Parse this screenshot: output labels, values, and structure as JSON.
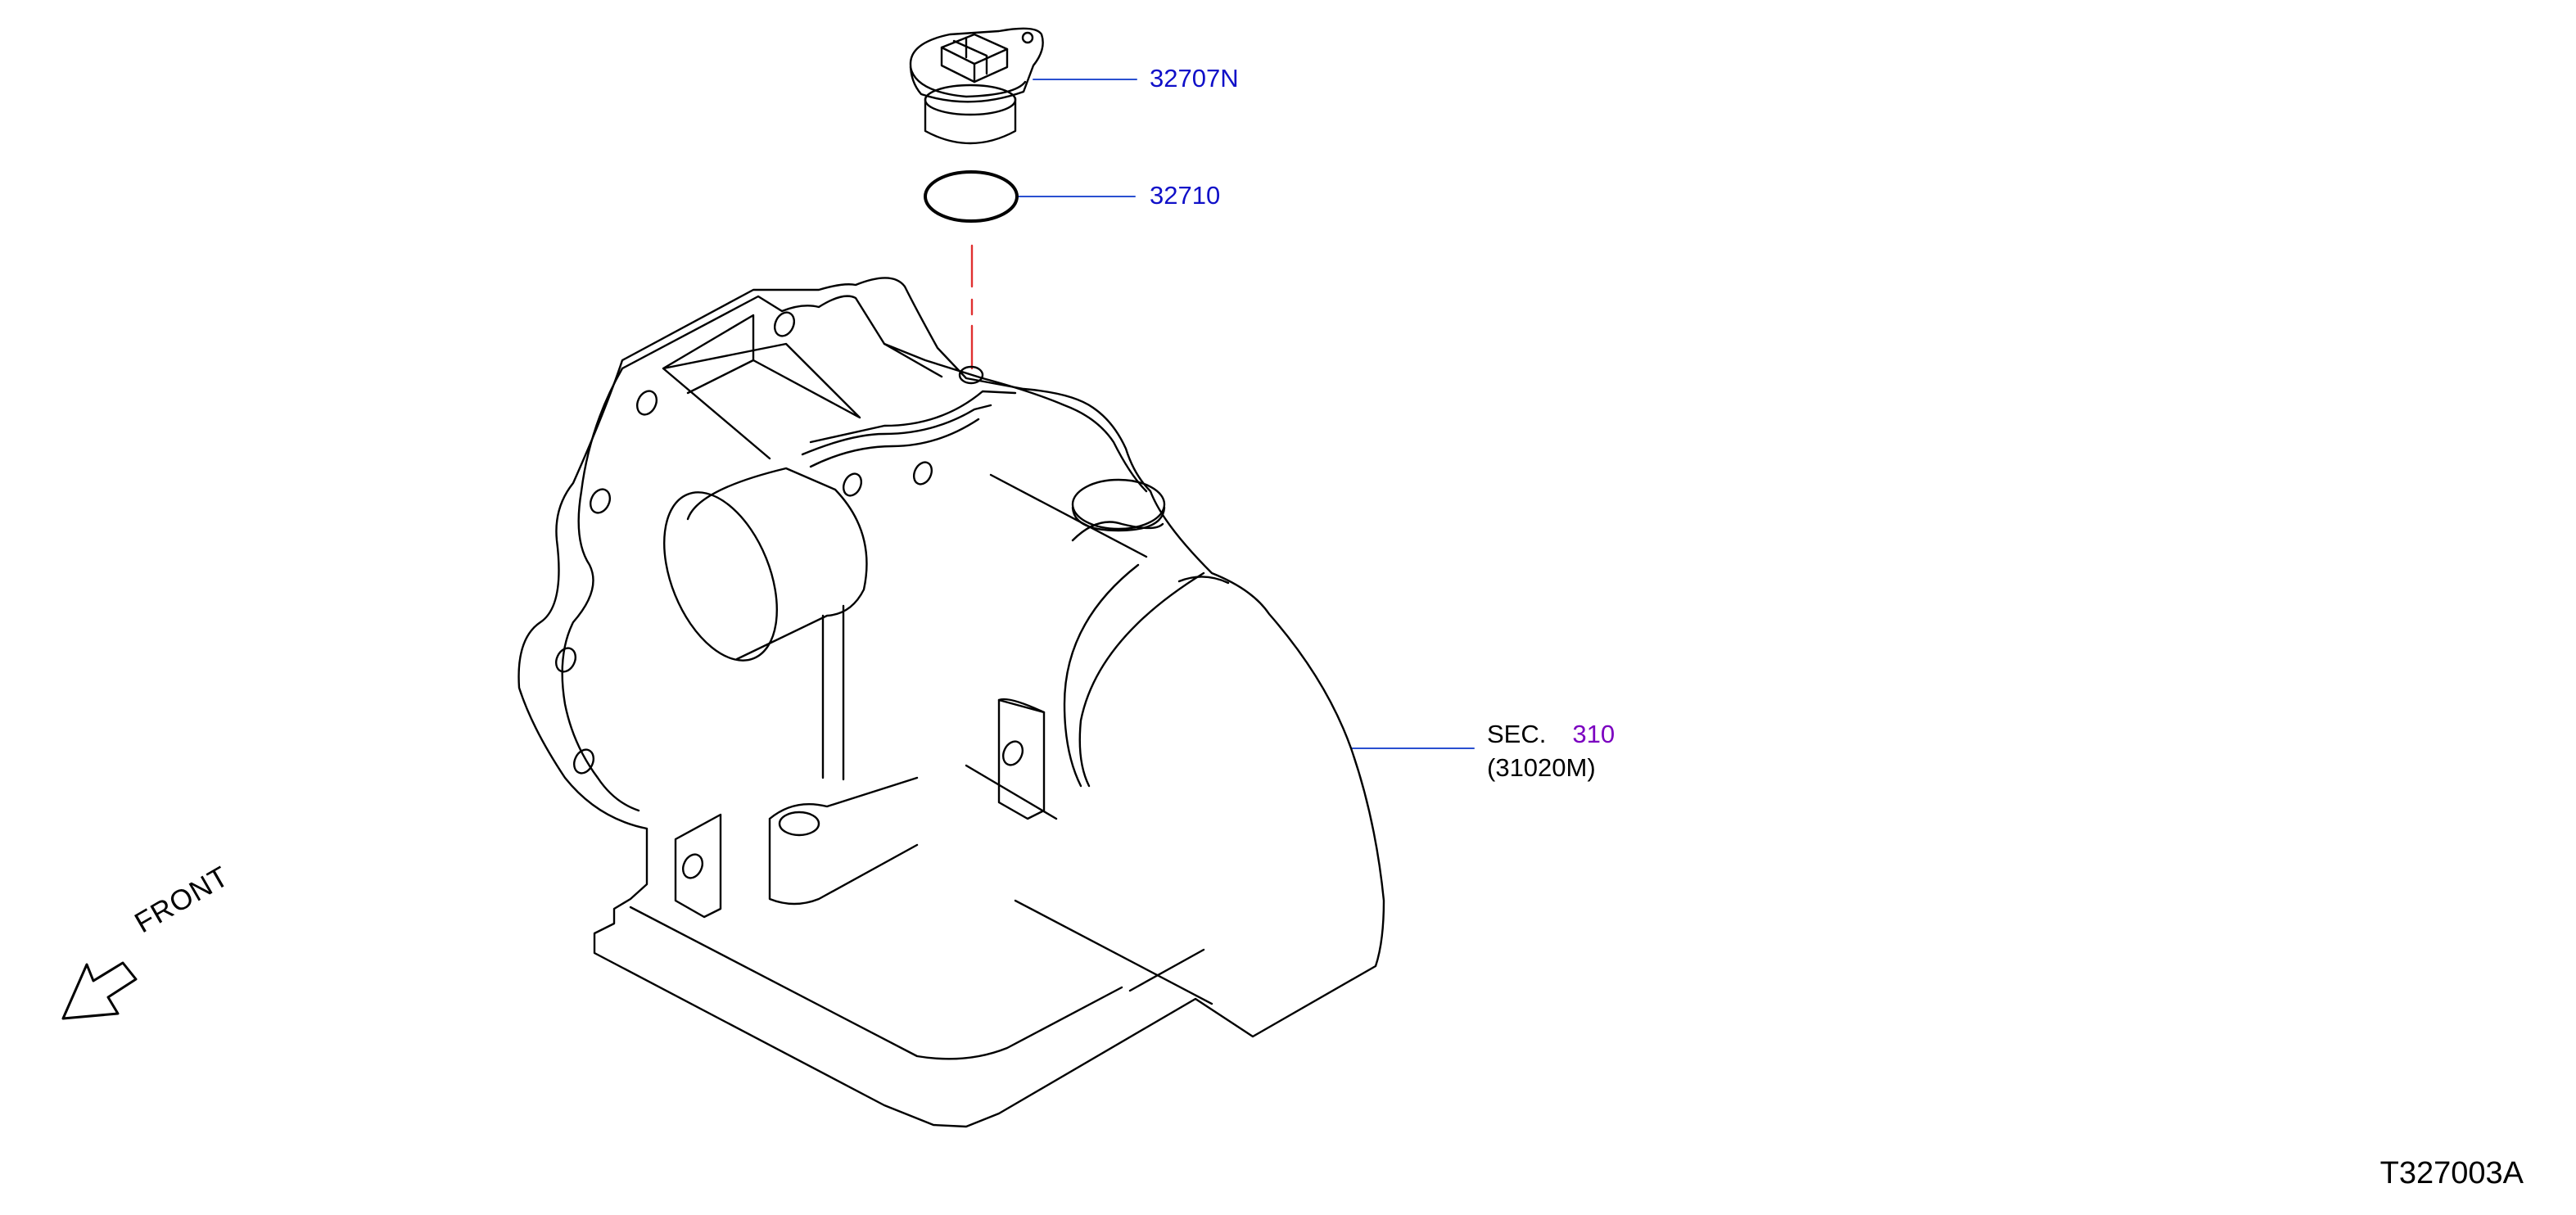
{
  "diagram": {
    "callouts": {
      "cap": {
        "part_number": "32707N"
      },
      "oring": {
        "part_number": "32710"
      },
      "section": {
        "prefix": "SEC.",
        "number": "310",
        "sub": "(31020M)"
      }
    },
    "front_label": "FRONT",
    "illustration_code": "T327003A",
    "colors": {
      "part_number": "#1010c8",
      "section_number": "#7b00c0",
      "leader_line": "#2a50d0",
      "centerline": "#e03030"
    }
  }
}
